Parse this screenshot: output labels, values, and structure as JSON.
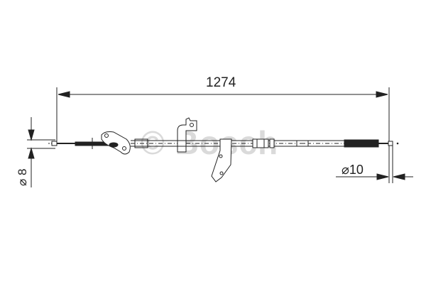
{
  "drawing": {
    "type": "brake-cable-technical-drawing",
    "watermark": "© Bosch",
    "dimensions": {
      "overall_length": "1274",
      "left_end_diameter": "⌀ 8",
      "right_end_diameter": "⌀10"
    },
    "colors": {
      "line": "#222222",
      "background": "#ffffff",
      "watermark": "#bdbdbd"
    }
  }
}
